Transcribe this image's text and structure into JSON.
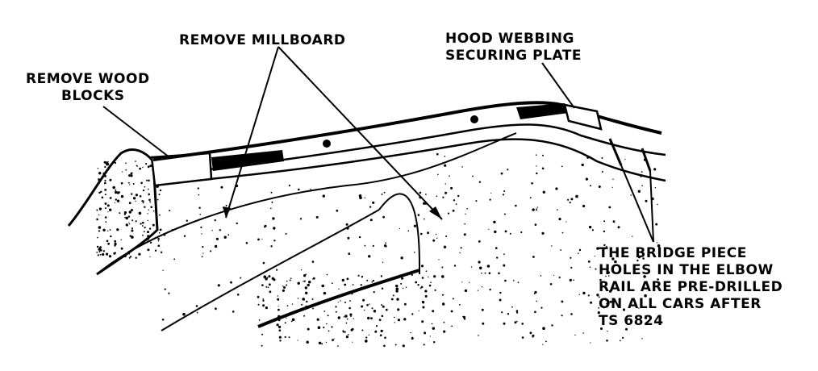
{
  "labels": {
    "remove_wood_blocks": [
      "REMOVE WOOD",
      "BLOCKS"
    ],
    "remove_millboard": "REMOVE MILLBOARD",
    "hood_webbing": [
      "HOOD WEBBING",
      "SECURING PLATE"
    ],
    "bridge_piece_note": [
      "THE BRIDGE PIECE",
      "HOLES IN THE ELBOW",
      "RAIL ARE PRE-DRILLED",
      "ON ALL CARS AFTER",
      "TS 6824"
    ]
  },
  "colors": {
    "ink": "#000000",
    "paper": "#ffffff"
  }
}
